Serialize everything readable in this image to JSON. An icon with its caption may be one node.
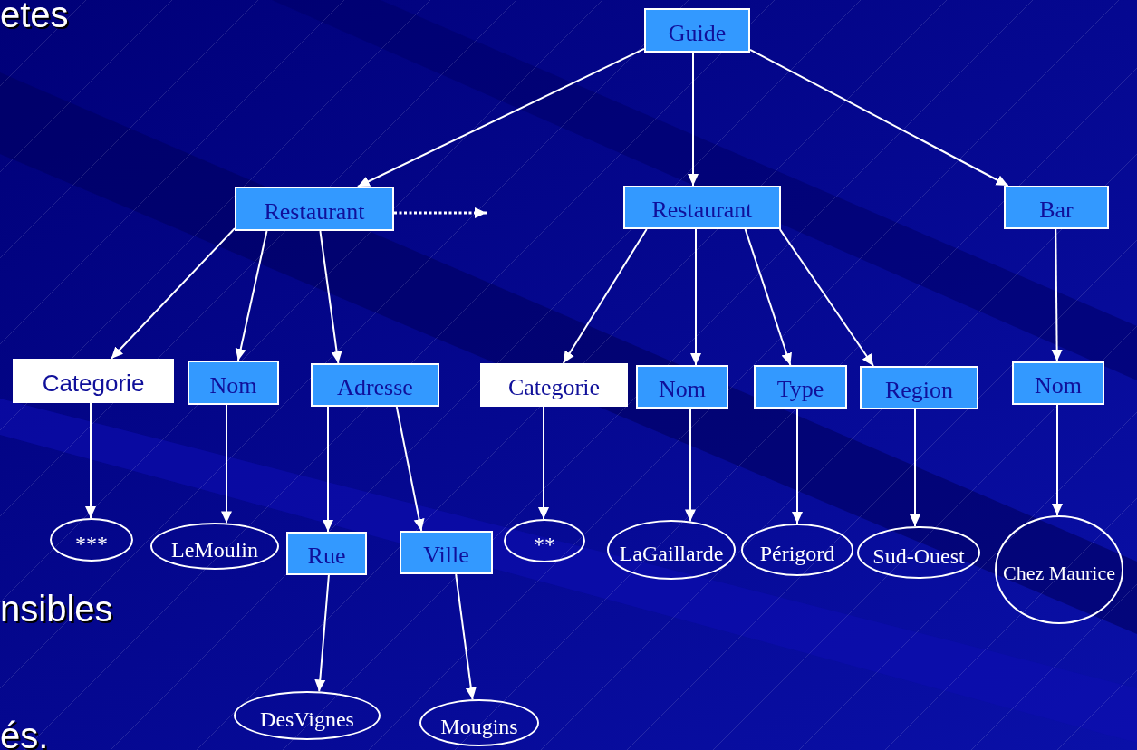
{
  "diagram": {
    "nodes": [
      {
        "text": [
          "Guide"
        ]
      },
      {
        "text": [
          "Restaurant"
        ]
      },
      {
        "text": [
          "Restaurant"
        ]
      },
      {
        "text": [
          "Bar"
        ]
      },
      {
        "text": [
          "Categorie"
        ]
      },
      {
        "text": [
          "Nom"
        ]
      },
      {
        "text": [
          "Adresse"
        ]
      },
      {
        "text": [
          "Categorie"
        ]
      },
      {
        "text": [
          "Nom"
        ]
      },
      {
        "text": [
          "Type"
        ]
      },
      {
        "text": [
          "Region"
        ]
      },
      {
        "text": [
          "Nom"
        ]
      },
      {
        "text": [
          "***"
        ]
      },
      {
        "text": [
          "LeMoulin"
        ]
      },
      {
        "text": [
          "Rue"
        ]
      },
      {
        "text": [
          "Ville"
        ]
      },
      {
        "text": [
          "**"
        ]
      },
      {
        "text": [
          "LaGaillarde"
        ]
      },
      {
        "text": [
          "Périgord"
        ]
      },
      {
        "text": [
          "Sud-Ouest"
        ]
      },
      {
        "text": [
          "Chez Maurice"
        ]
      },
      {
        "text": [
          "DesVignes"
        ]
      },
      {
        "text": [
          "Mougins"
        ]
      }
    ],
    "edges": [
      {
        "from": 0,
        "to": 1,
        "arrow": "to"
      },
      {
        "from": 0,
        "to": 2,
        "arrow": "to"
      },
      {
        "from": 0,
        "to": 3,
        "arrow": "to"
      },
      {
        "from": 1,
        "to": null,
        "arrow": "to",
        "style": "dashed"
      },
      {
        "from": 1,
        "to": 4,
        "arrow": "to"
      },
      {
        "from": 1,
        "to": 5,
        "arrow": "to"
      },
      {
        "from": 1,
        "to": 6,
        "arrow": "to"
      },
      {
        "from": 2,
        "to": 7,
        "arrow": "to"
      },
      {
        "from": 2,
        "to": 8,
        "arrow": "to"
      },
      {
        "from": 2,
        "to": 9,
        "arrow": "to"
      },
      {
        "from": 2,
        "to": 10,
        "arrow": "to"
      },
      {
        "from": 3,
        "to": 11,
        "arrow": "to"
      },
      {
        "from": 4,
        "to": 12,
        "arrow": "to"
      },
      {
        "from": 5,
        "to": 13,
        "arrow": "to"
      },
      {
        "from": 6,
        "to": 14,
        "arrow": "to"
      },
      {
        "from": 6,
        "to": 15,
        "arrow": "to"
      },
      {
        "from": 7,
        "to": 16,
        "arrow": "to"
      },
      {
        "from": 8,
        "to": 17,
        "arrow": "to"
      },
      {
        "from": 9,
        "to": 18,
        "arrow": "to"
      },
      {
        "from": 10,
        "to": 19,
        "arrow": "to"
      },
      {
        "from": 11,
        "to": 20,
        "arrow": "to"
      },
      {
        "from": 14,
        "to": 21,
        "arrow": "to"
      },
      {
        "from": 15,
        "to": 22,
        "arrow": "to"
      }
    ],
    "labels": [
      "etes",
      "nsibles",
      "és."
    ]
  }
}
